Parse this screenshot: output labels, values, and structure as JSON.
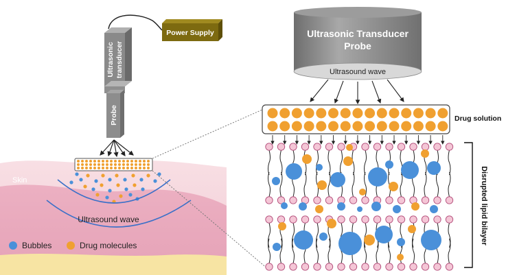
{
  "left_panel": {
    "transducer_label_line1": "Ultrasonic",
    "transducer_label_line2": "transducer",
    "power_supply_label": "Power Supply",
    "probe_label": "Probe",
    "skin_label": "Skin",
    "wave_label": "Ultrasound wave",
    "legend": {
      "bubbles_label": "Bubbles",
      "drug_label": "Drug molecules"
    }
  },
  "right_panel": {
    "transducer_title_line1": "Ultrasonic Transducer",
    "transducer_title_line2": "Probe",
    "wave_label": "Ultrasound wave",
    "drug_solution_label": "Drug solution",
    "bilayer_label": "Disrupted lipid bilayer"
  },
  "colors": {
    "bubble_blue": "#4a90d9",
    "drug_orange": "#f0a030",
    "lipid_head_pink": "#f4c6d6",
    "power_supply_olive": "#7d6a10",
    "transducer_gray": "#8c8c8c",
    "skin_pink": "#ecb8c8",
    "fat_yellow": "#f7e4a3"
  }
}
